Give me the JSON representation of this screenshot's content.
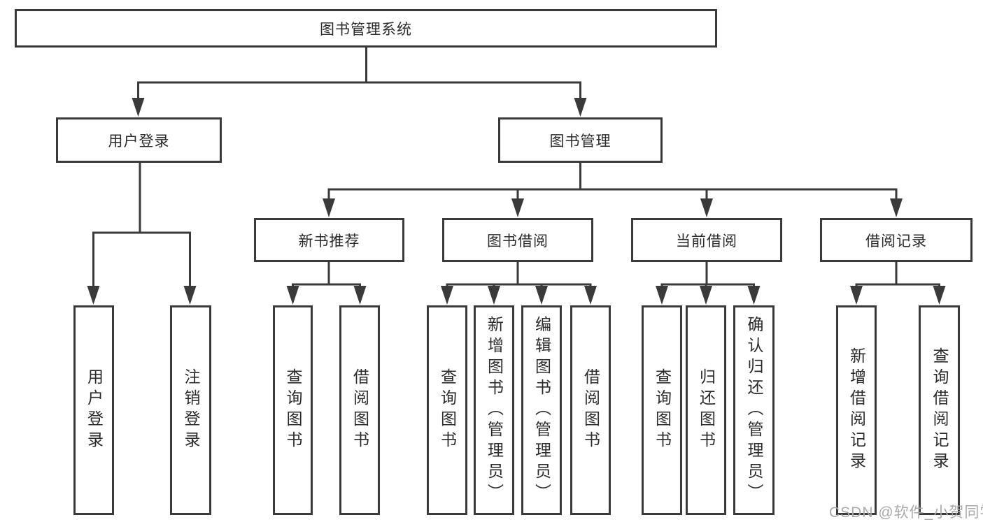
{
  "diagram": {
    "root": {
      "label": "图书管理系统"
    },
    "level2": [
      {
        "label": "用户登录"
      },
      {
        "label": "图书管理"
      }
    ],
    "level3": [
      {
        "label": "新书推荐"
      },
      {
        "label": "图书借阅"
      },
      {
        "label": "当前借阅"
      },
      {
        "label": "借阅记录"
      }
    ],
    "leaves": [
      {
        "label": "用户登录"
      },
      {
        "label": "注销登录"
      },
      {
        "label": "查询图书"
      },
      {
        "label": "借阅图书"
      },
      {
        "label": "查询图书"
      },
      {
        "label": "新增图书（管理员）"
      },
      {
        "label": "编辑图书（管理员）"
      },
      {
        "label": "借阅图书"
      },
      {
        "label": "查询图书"
      },
      {
        "label": "归还图书"
      },
      {
        "label": "确认归还（管理员）"
      },
      {
        "label": "新增借阅记录"
      },
      {
        "label": "查询借阅记录"
      }
    ],
    "watermark": "CSDN @软件_小贺同学",
    "colors": {
      "line": "#3a3a3a",
      "text": "#2b2b2b",
      "watermark": "#a9a9a9",
      "background": "#ffffff"
    }
  }
}
